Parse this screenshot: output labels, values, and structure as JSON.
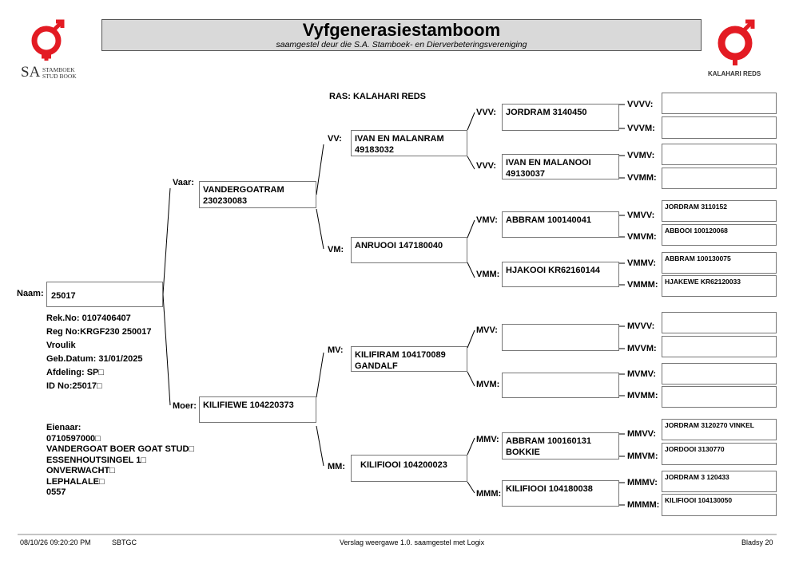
{
  "header": {
    "title": "Vyfgenerasiestamboom",
    "subtitle": "saamgestel deur die S.A. Stamboek- en Dierverbeteringsvereniging",
    "left_logo": {
      "letters": "SA",
      "line1": "STAMBOEK",
      "line2": "STUD BOOK"
    },
    "right_logo": {
      "text": "KALAHARI REDS"
    },
    "brand_color": "#e31b23"
  },
  "ras": "RAS: KALAHARI REDS",
  "animal": {
    "naam_label": "Naam:",
    "naam": "25017",
    "details": [
      "Rek.No: 0107406407",
      "Reg No:KRGF230 250017",
      "Vroulik",
      "Geb.Datum: 31/01/2025",
      "Afdeling: SP□",
      "ID No:25017□"
    ]
  },
  "owner": [
    "Eienaar:",
    "0710597000□",
    "VANDERGOAT BOER GOAT STUD□",
    "ESSENHOUTSINGEL 1□",
    "ONVERWACHT□",
    "LEPHALALE□",
    "0557"
  ],
  "pedigree": {
    "vaar": {
      "label": "Vaar:",
      "text": "VANDERGOATRAM\n230230083"
    },
    "moer": {
      "label": "Moer:",
      "text": "KILIFIEWE 104220373"
    },
    "vv": {
      "label": "VV:",
      "text": "IVAN EN MALANRAM\n49183032"
    },
    "vm": {
      "label": "VM:",
      "text": "ANRUOOI 147180040"
    },
    "mv": {
      "label": "MV:",
      "text": "KILIFIRAM 104170089\nGANDALF"
    },
    "mm": {
      "label": "MM:",
      "text": "KILIFIOOI 104200023"
    },
    "vvv": {
      "label": "VVV:",
      "text": "JORDRAM  3140450"
    },
    "vvm": {
      "label": "VVV:",
      "text": "IVAN EN MALANOOI\n49130037"
    },
    "vmv": {
      "label": "VMV:",
      "text": "ABBRAM 100140041"
    },
    "vmm": {
      "label": "VMM:",
      "text": "HJAKOOI KR62160144"
    },
    "mvv": {
      "label": "MVV:",
      "text": ""
    },
    "mvm": {
      "label": "MVM:",
      "text": ""
    },
    "mmv": {
      "label": "MMV:",
      "text": "ABBRAM 100160131\nBOKKIE"
    },
    "mmm": {
      "label": "MMM:",
      "text": "KILIFIOOI 104180038"
    },
    "g5": [
      {
        "label": "VVVV:",
        "text": ""
      },
      {
        "label": "VVVM:",
        "text": ""
      },
      {
        "label": "VVMV:",
        "text": ""
      },
      {
        "label": "VVMM:",
        "text": ""
      },
      {
        "label": "VMVV:",
        "text": "JORDRAM 3110152"
      },
      {
        "label": "VMVM:",
        "text": "ABBOOI 100120068"
      },
      {
        "label": "VMMV:",
        "text": "ABBRAM 100130075"
      },
      {
        "label": "VMMM:",
        "text": "HJAKEWE KR62120033"
      },
      {
        "label": "MVVV:",
        "text": ""
      },
      {
        "label": "MVVM:",
        "text": ""
      },
      {
        "label": "MVMV:",
        "text": ""
      },
      {
        "label": "MVMM:",
        "text": ""
      },
      {
        "label": "MMVV:",
        "text": "JORDRAM 3120270 VINKEL"
      },
      {
        "label": "MMVM:",
        "text": "JORDOOI 3130770"
      },
      {
        "label": "MMMV:",
        "text": "JORDRAM 3 120433"
      },
      {
        "label": "MMMM:",
        "text": "KILIFIOOI 104130050"
      }
    ]
  },
  "footer": {
    "datetime": "08/10/26 09:20:20 PM",
    "code": "SBTGC",
    "report": "Verslag weergawe 1.0. saamgestel met Logix",
    "page": "Bladsy 20"
  }
}
